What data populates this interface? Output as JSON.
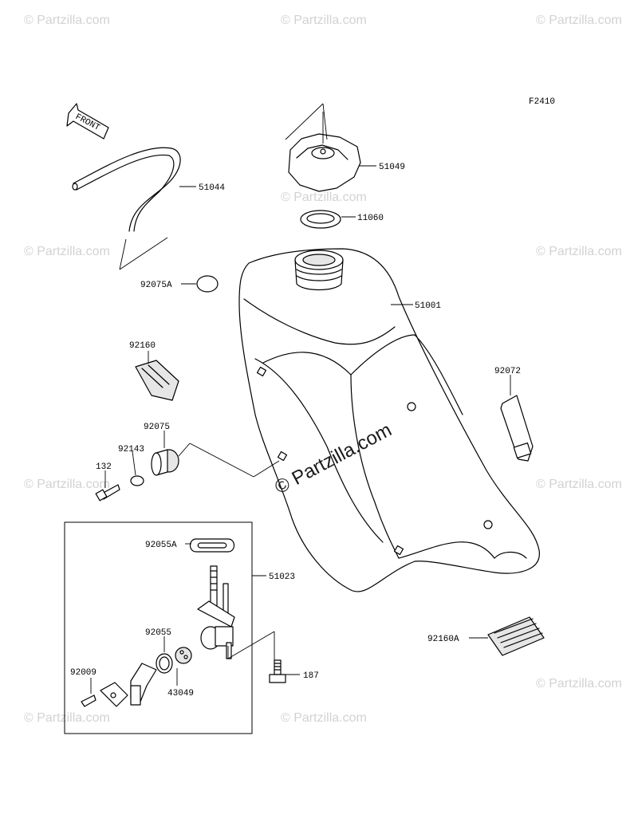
{
  "diagram_code": "F2410",
  "front_label": "FRONT",
  "watermark_main": "© Partzilla.com",
  "watermark_tile": "© Partzilla.com",
  "parts": {
    "p51049": "51049",
    "p51044": "51044",
    "p11060": "11060",
    "p92075A": "92075A",
    "p51001": "51001",
    "p92160": "92160",
    "p92072": "92072",
    "p92075": "92075",
    "p92143": "92143",
    "p132": "132",
    "p92055A": "92055A",
    "p51023": "51023",
    "p92055": "92055",
    "p43049": "43049",
    "p92009": "92009",
    "p92160A": "92160A",
    "p187": "187"
  }
}
